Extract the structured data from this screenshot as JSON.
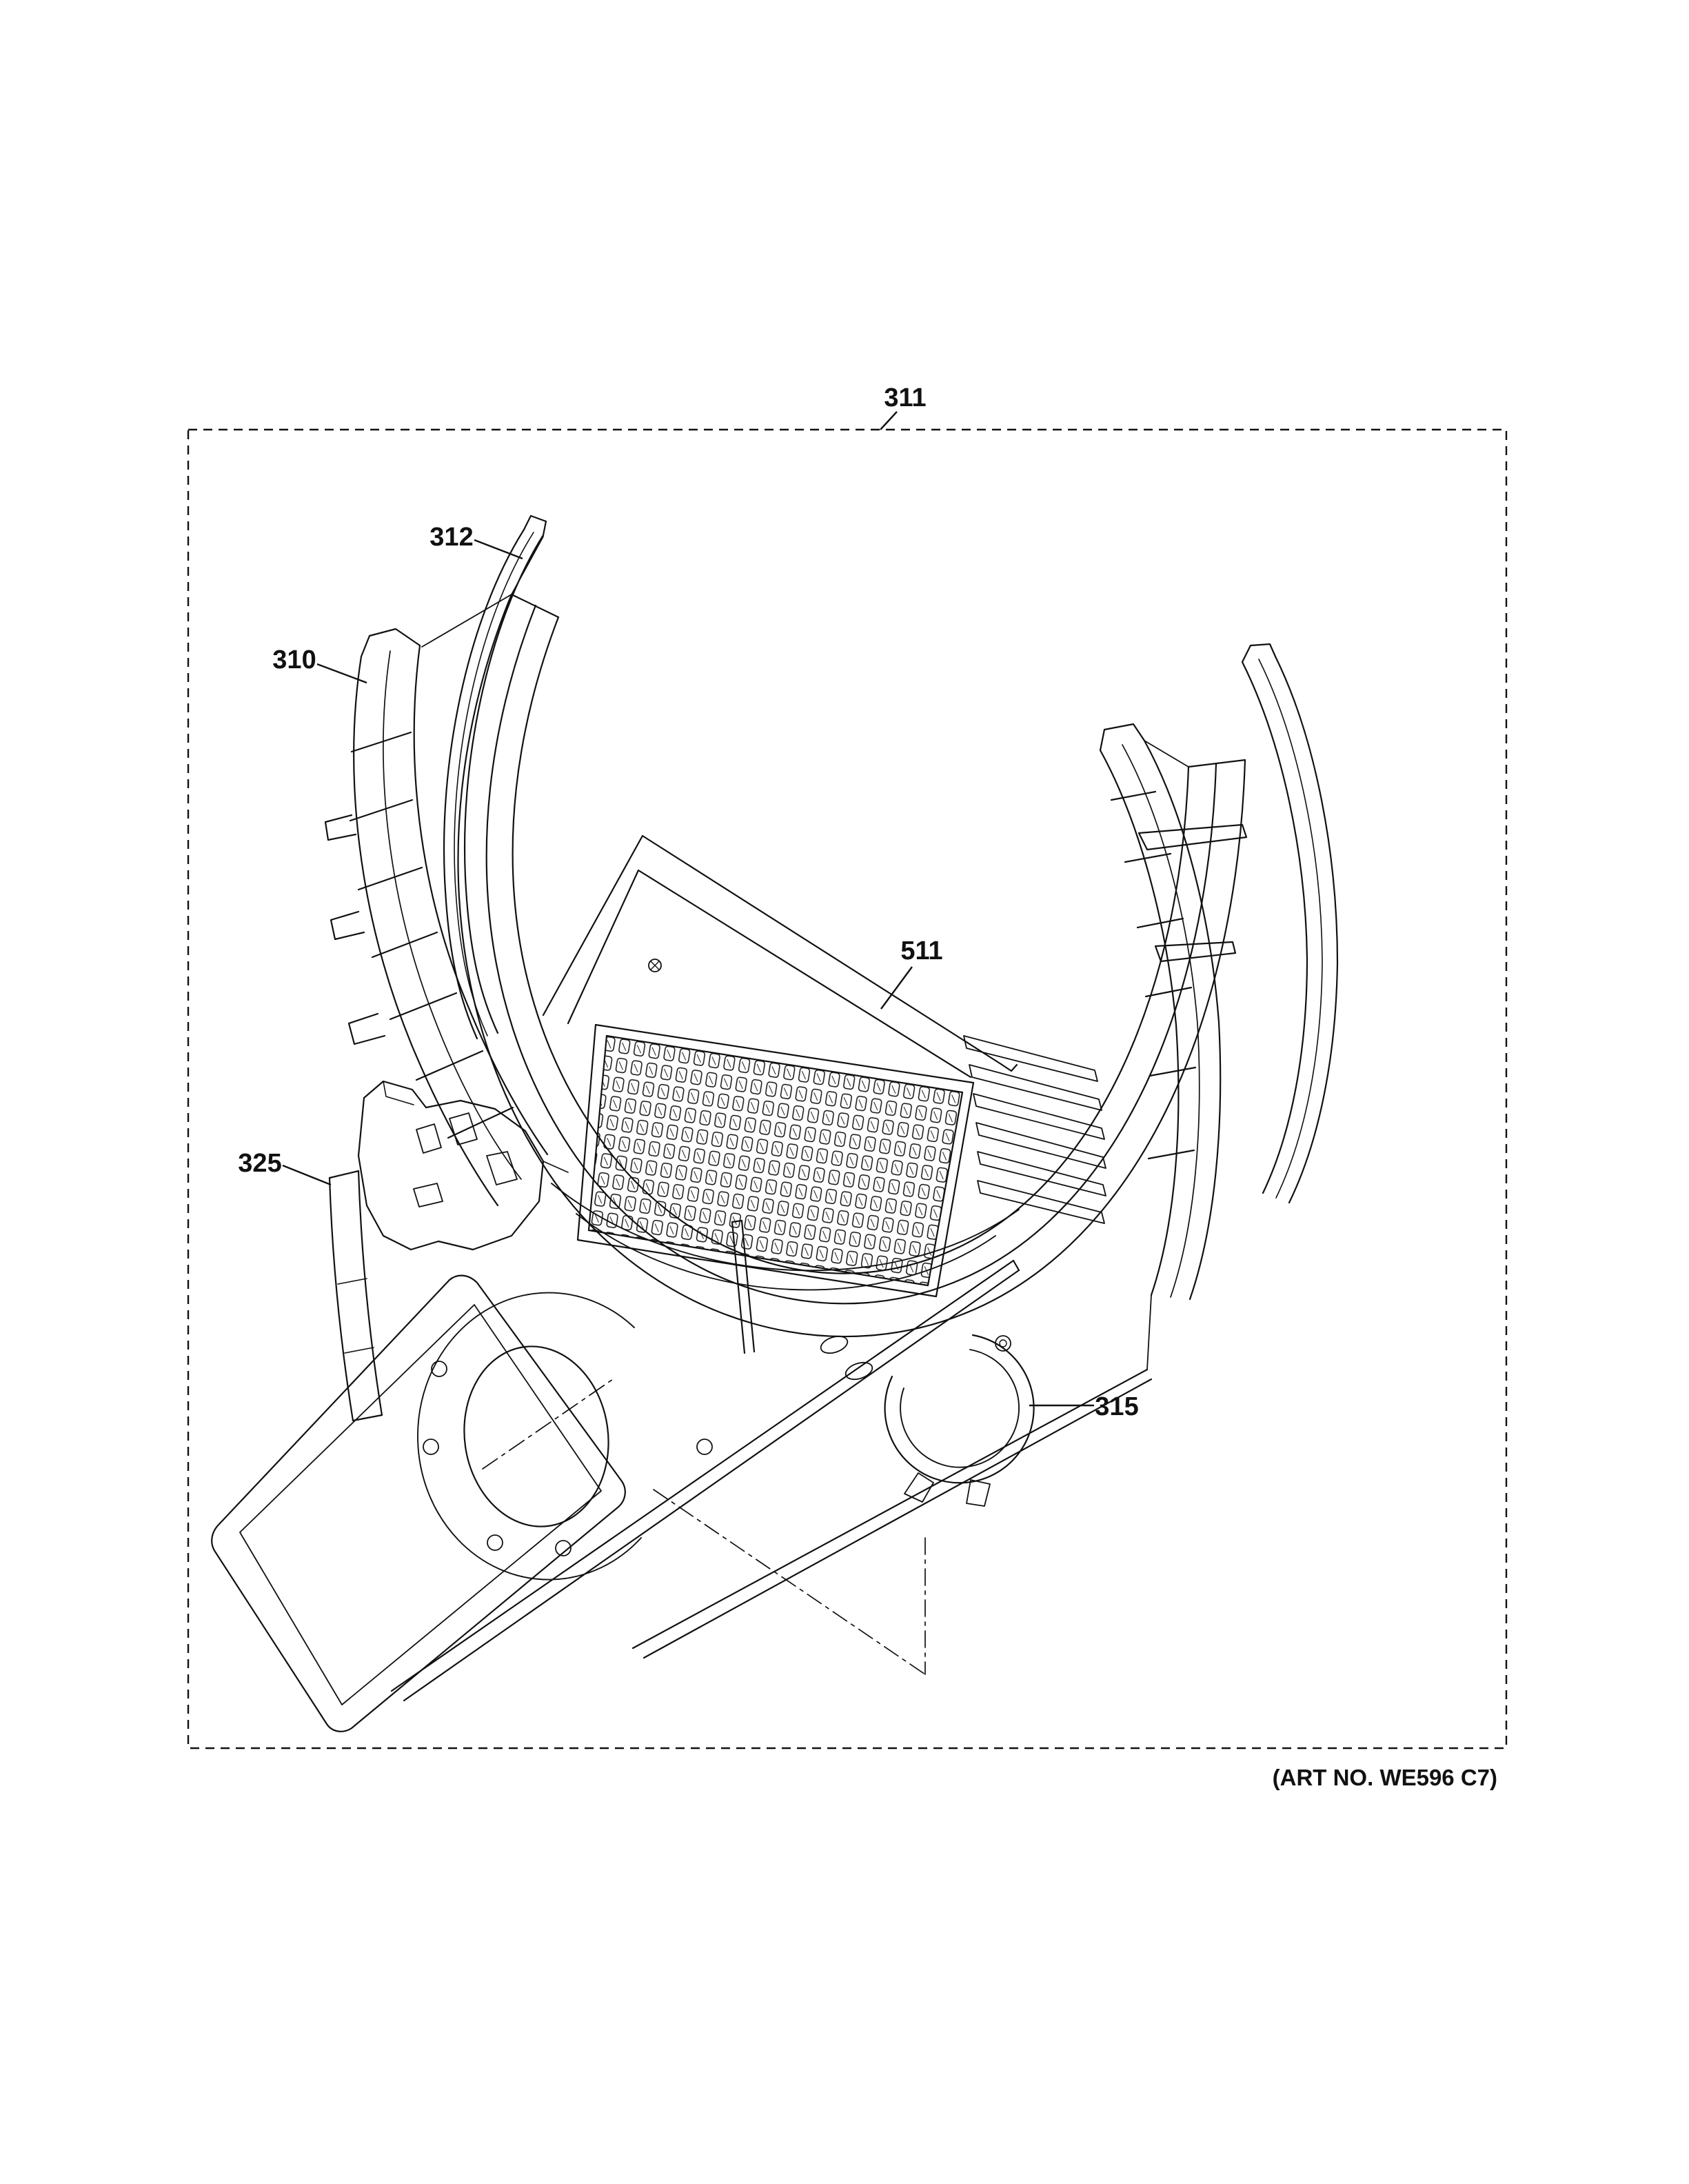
{
  "page": {
    "background": "#ffffff"
  },
  "diagram": {
    "art_no": "(ART NO. WE596 C7)",
    "line_color": "#111111",
    "labels": [
      {
        "id": "311"
      },
      {
        "id": "312"
      },
      {
        "id": "310"
      },
      {
        "id": "511"
      },
      {
        "id": "325"
      },
      {
        "id": "315"
      }
    ]
  }
}
